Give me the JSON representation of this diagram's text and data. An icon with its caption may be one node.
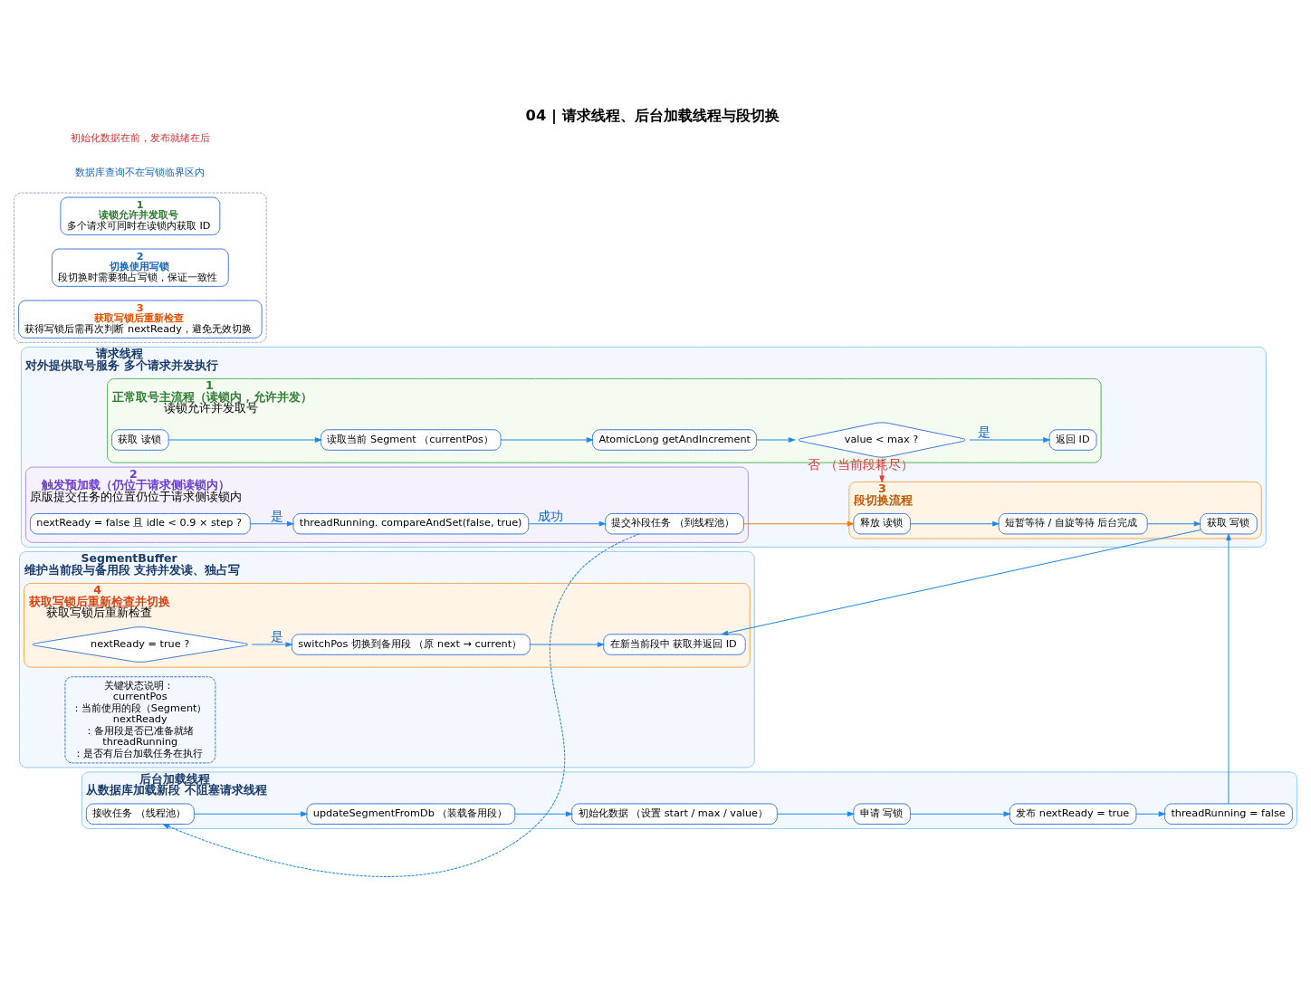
{
  "diagram": {
    "title": "04 | 请求线程、后台加载线程与段切换",
    "nodes": [
      {
        "text": [
          "请求线程",
          "对外提供取号服务 多个请求并发执行"
        ]
      },
      {
        "text": [
          "1",
          "正常取号主流程（读锁内，允许并发）",
          "读锁允许并发取号"
        ],
        "in": 0
      },
      {
        "text": [
          "获取 读锁"
        ],
        "in": 1
      },
      {
        "text": [
          "读取当前 Segment （currentPos）"
        ],
        "in": 1
      },
      {
        "text": [
          "AtomicLong getAndIncrement"
        ],
        "in": 1
      },
      {
        "text": [
          "value < max ?"
        ],
        "in": 1
      },
      {
        "text": [
          "返回 ID"
        ],
        "in": 1
      },
      {
        "text": [
          "2",
          "触发预加载（仍位于请求侧读锁内）",
          "原版提交任务的位置仍位于请求侧读锁内"
        ],
        "in": 0
      },
      {
        "text": [
          "nextReady = false 且 idle < 0.9 × step ?"
        ],
        "in": 7
      },
      {
        "text": [
          "threadRunning. compareAndSet(false, true)"
        ],
        "in": 7
      },
      {
        "text": [
          "提交补段任务 （到线程池）"
        ],
        "in": 7
      },
      {
        "text": [
          "3",
          "段切换流程"
        ],
        "in": 0
      },
      {
        "text": [
          "释放 读锁"
        ],
        "in": 11
      },
      {
        "text": [
          "短暂等待 / 自旋等待 后台完成"
        ],
        "in": 11
      },
      {
        "text": [
          "获取 写锁"
        ],
        "in": 11
      },
      {
        "text": [
          "后台加载线程",
          "从数据库加载新段 不阻塞请求线程"
        ]
      },
      {
        "text": [
          "接收任务 （线程池）"
        ],
        "in": 15
      },
      {
        "text": [
          "updateSegmentFromDb （装载备用段）"
        ],
        "in": 15
      },
      {
        "text": [
          "初始化数据 （设置 start / max / value）"
        ],
        "in": 15
      },
      {
        "text": [
          "申请 写锁"
        ],
        "in": 15
      },
      {
        "text": [
          "发布 nextReady = true"
        ],
        "in": 15
      },
      {
        "text": [
          "threadRunning = false"
        ],
        "in": 15
      },
      {
        "text": [
          "SegmentBuffer",
          "维护当前段与备用段 支持并发读、独占写"
        ]
      },
      {
        "text": [
          "关键状态说明：",
          "currentPos",
          "：当前使用的段（Segment）",
          "nextReady",
          "：备用段是否已准备就绪",
          "threadRunning",
          "：是否有后台加载任务在执行"
        ],
        "in": 22
      },
      {
        "text": [
          "4",
          "获取写锁后重新检查并切换",
          "获取写锁后重新检查"
        ],
        "in": 22
      },
      {
        "text": [
          "nextReady = true ?"
        ],
        "in": 24
      },
      {
        "text": [
          "switchPos 切换到备用段 （原 next → current）"
        ],
        "in": 24
      },
      {
        "text": [
          "在新当前段中 获取并返回 ID"
        ],
        "in": 24
      },
      {
        "text": [],
        "shape": "box"
      },
      {
        "text": [
          "1",
          "读锁允许并发取号",
          "多个请求可同时在读锁内获取 ID"
        ],
        "in": 28
      },
      {
        "text": [
          "2",
          "切换使用写锁",
          "段切换时需要独占写锁，保证一致性"
        ],
        "in": 28
      },
      {
        "text": [
          "3",
          "获取写锁后重新检查",
          "获得写锁后需再次判断 nextReady，避免无效切换"
        ],
        "in": 28
      }
    ],
    "edges": [
      {
        "from": 2,
        "to": 3,
        "arrow": "to"
      },
      {
        "from": 3,
        "to": 4,
        "arrow": "to"
      },
      {
        "from": 4,
        "to": 5,
        "arrow": "to"
      },
      {
        "from": 5,
        "to": 6,
        "arrow": "to",
        "label": "是"
      },
      {
        "from": 5,
        "to": 11,
        "arrow": "to",
        "label": "否 （当前段耗尽）",
        "color": "#e53935"
      },
      {
        "from": 8,
        "to": 9,
        "arrow": "to",
        "label": "是"
      },
      {
        "from": 9,
        "to": 10,
        "arrow": "to",
        "label": "成功"
      },
      {
        "from": 10,
        "to": 12,
        "arrow": "to",
        "color": "#f57c00"
      },
      {
        "from": 10,
        "to": 16,
        "arrow": "to",
        "style": "dashed"
      },
      {
        "from": 12,
        "to": 13,
        "arrow": "to"
      },
      {
        "from": 13,
        "to": 14,
        "arrow": "to"
      },
      {
        "from": 16,
        "to": 17,
        "arrow": "to"
      },
      {
        "from": 17,
        "to": 18,
        "arrow": "to"
      },
      {
        "from": 18,
        "to": 19,
        "arrow": "to"
      },
      {
        "from": 19,
        "to": 20,
        "arrow": "to"
      },
      {
        "from": 20,
        "to": 21,
        "arrow": "to"
      },
      {
        "from": 21,
        "to": 14,
        "arrow": "to"
      },
      {
        "from": 14,
        "to": 27,
        "arrow": "to"
      },
      {
        "from": 25,
        "to": 26,
        "arrow": "to",
        "label": "是"
      },
      {
        "from": 26,
        "to": 27,
        "arrow": "to"
      }
    ],
    "labels": [
      "数据库查询不在写锁临界区内",
      "初始化数据在前，发布就绪在后"
    ]
  }
}
